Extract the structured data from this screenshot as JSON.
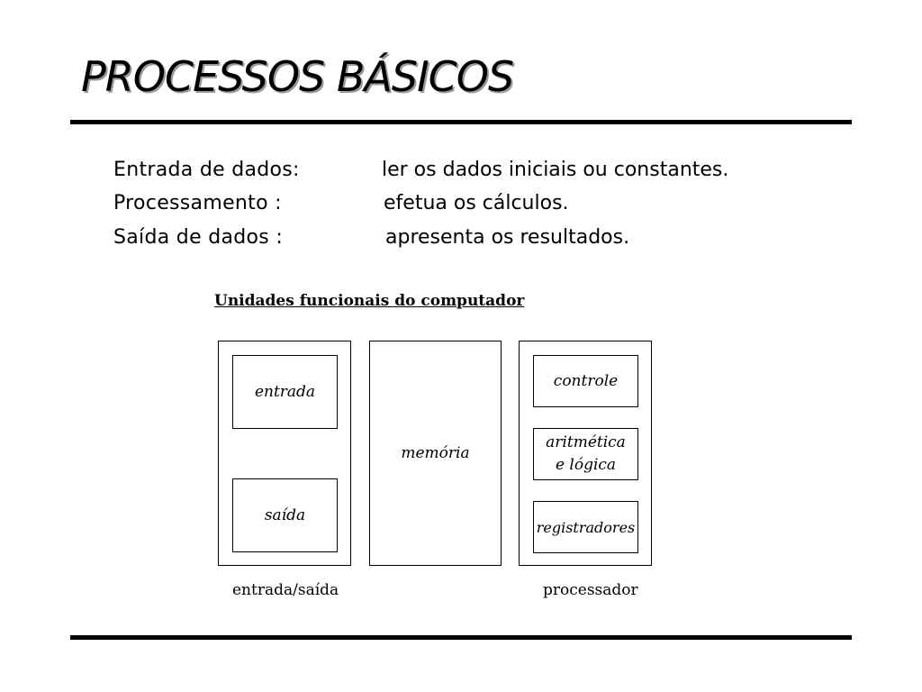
{
  "slide": {
    "title": "PROCESSOS BÁSICOS"
  },
  "rows": [
    {
      "label": "Entrada de dados:",
      "description": "ler os dados iniciais ou constantes."
    },
    {
      "label": "Processamento :",
      "description": "efetua os cálculos."
    },
    {
      "label": "Saída de dados :",
      "description": "apresenta os resultados."
    }
  ],
  "diagram": {
    "title": "Unidades funcionais do computador",
    "io_group": {
      "caption": "entrada/saída",
      "units": [
        "entrada",
        "saída"
      ]
    },
    "memory": "memória",
    "processor_group": {
      "caption": "processador",
      "units": [
        "controle",
        "aritmética e lógica",
        "registradores"
      ]
    }
  }
}
